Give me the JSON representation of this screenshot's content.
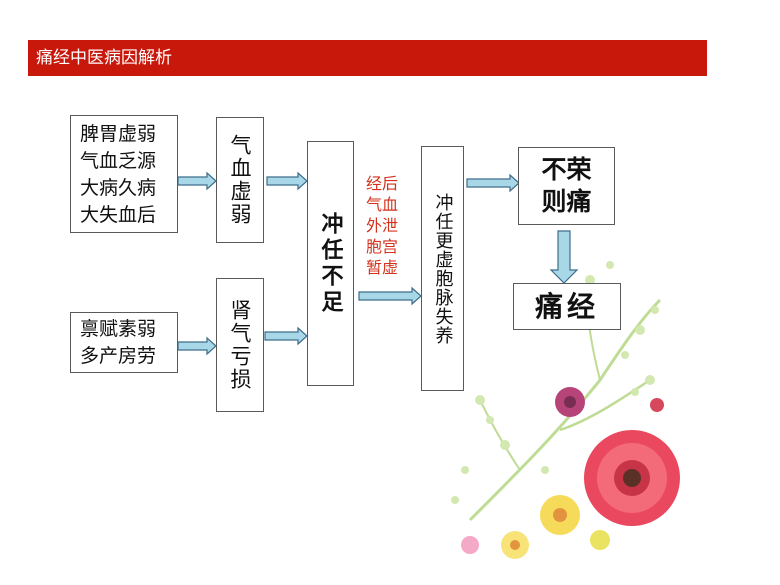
{
  "title": "痛经中医病因解析",
  "diagram": {
    "causes_top": [
      "脾胃虚弱",
      "气血乏源",
      "大病久病",
      "大失血后"
    ],
    "causes_bottom": [
      "禀赋素弱",
      "多产房劳"
    ],
    "mid_top": "气血虚弱",
    "mid_bottom": "肾气亏损",
    "center": "冲任不足",
    "note_lines": [
      "经后",
      "气血",
      "外泄",
      "胞宫",
      "暂虚"
    ],
    "result_vertical": "冲任更虚胞脉失养",
    "outcome": [
      "不荣",
      "则痛"
    ],
    "final": "痛经"
  },
  "colors": {
    "title_bar": "#c8180b",
    "arrow_fill": "#a8d8e8",
    "arrow_stroke": "#3d6e8a",
    "note_text": "#d4321c"
  }
}
